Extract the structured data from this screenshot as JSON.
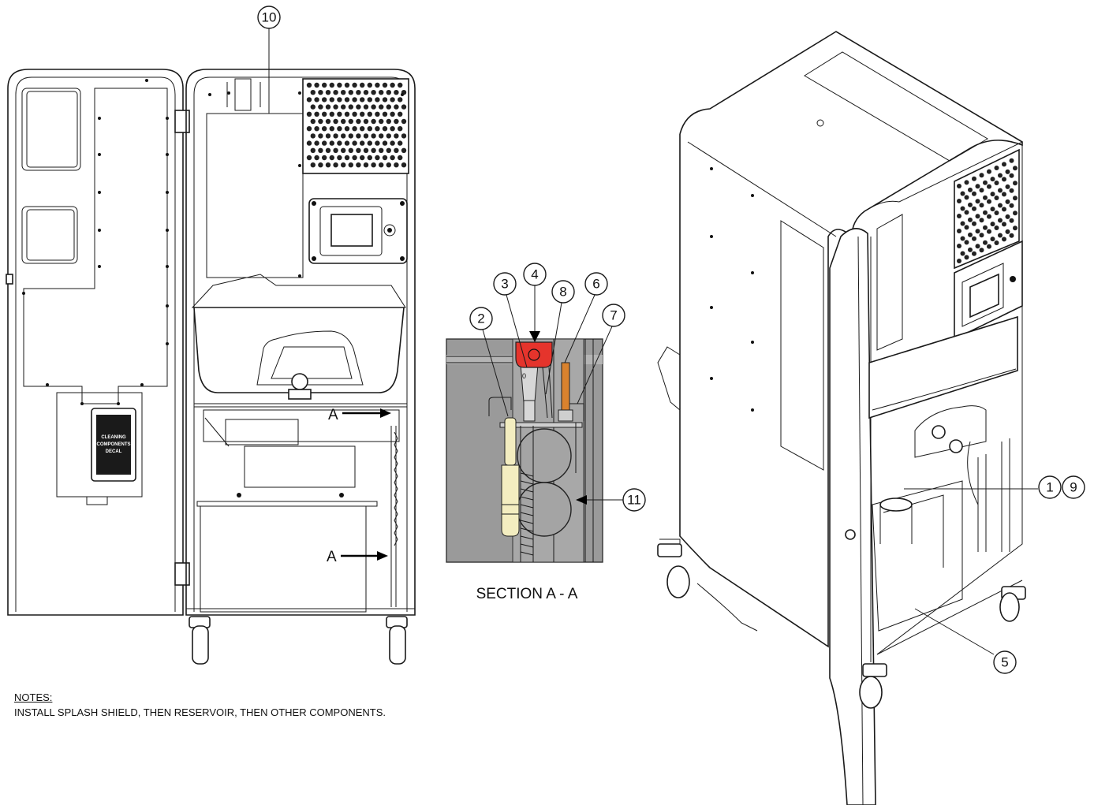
{
  "callouts": {
    "c1": "1",
    "c2": "2",
    "c3": "3",
    "c4": "4",
    "c5": "5",
    "c6": "6",
    "c7": "7",
    "c8": "8",
    "c9": "9",
    "c10": "10",
    "c11": "11"
  },
  "section_marks": {
    "upper": "A",
    "lower": "A"
  },
  "section_title": "SECTION A - A",
  "decal_lines": [
    "CLEANING",
    "COMPONENTS",
    "DECAL"
  ],
  "notes": {
    "heading": "NOTES:",
    "text": "INSTALL SPLASH SHIELD, THEN RESERVOIR, THEN OTHER COMPONENTS."
  },
  "colors": {
    "highlight_red": "#e5342c",
    "highlight_tan": "#f3edc0",
    "highlight_orange": "#d9822e",
    "section_gray": "#9a9a9a"
  }
}
